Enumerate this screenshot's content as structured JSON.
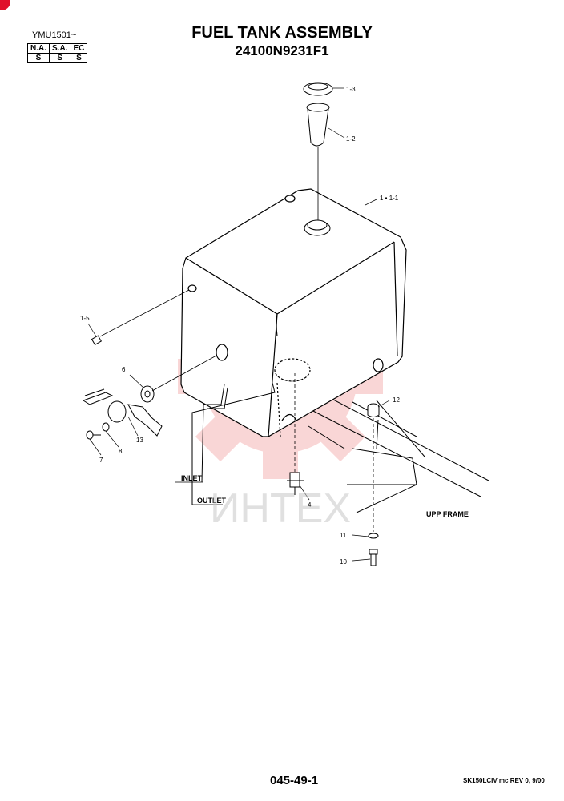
{
  "header": {
    "model_range": "YMU1501~",
    "title": "FUEL TANK ASSEMBLY",
    "part_number": "24100N9231F1"
  },
  "market_table": {
    "headers": [
      "N.A.",
      "S.A.",
      "EC"
    ],
    "values": [
      "S",
      "S",
      "S"
    ]
  },
  "callouts": {
    "c1_3": "1-3",
    "c1_2": "1-2",
    "c1_1": "1 • 1-1",
    "c1_5": "1-5",
    "c6": "6",
    "c13": "13",
    "c8": "8",
    "c7": "7",
    "c12": "12",
    "c4": "4",
    "c11": "11",
    "c10": "10"
  },
  "labels": {
    "inlet": "INLET",
    "outlet": "OUTLET",
    "upp_frame": "UPP FRAME"
  },
  "watermark": "ИНТЕХ",
  "footer": {
    "page_number": "045-49-1",
    "revision": "SK150LCIV mc REV 0, 9/00"
  },
  "colors": {
    "watermark_red": "#e84b4b",
    "corner_badge": "#e0102a"
  }
}
